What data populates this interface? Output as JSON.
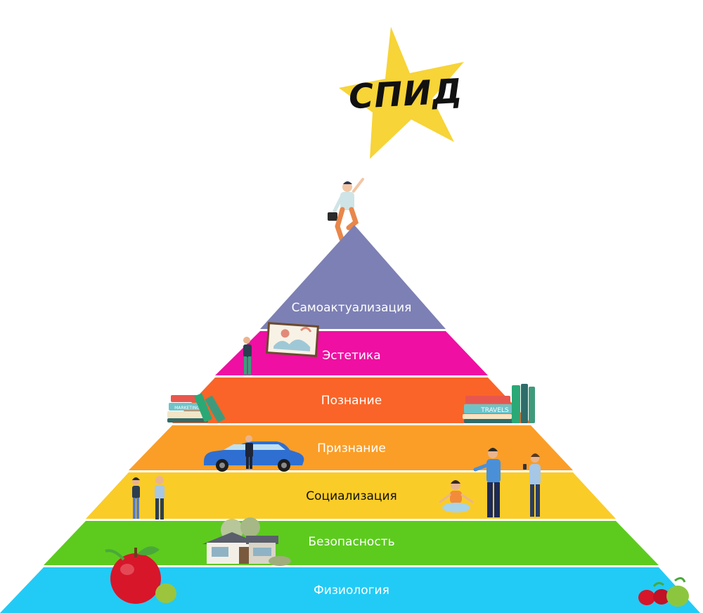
{
  "star": {
    "title": "СПИД",
    "color": "#f7d437"
  },
  "levels": [
    {
      "label": "Самоактуализация",
      "color": "#7d80b4"
    },
    {
      "label": "Эстетика",
      "color": "#ef0fa2"
    },
    {
      "label": "Познание",
      "color": "#fa6428"
    },
    {
      "label": "Признание",
      "color": "#fa9e28"
    },
    {
      "label": "Социализация",
      "color": "#facc28"
    },
    {
      "label": "Безопасность",
      "color": "#5ccb1e"
    },
    {
      "label": "Физиология",
      "color": "#22cbf5"
    }
  ],
  "illustrations": {
    "book_labels": {
      "left": "MARKETING",
      "right": "TRAVELS"
    }
  }
}
